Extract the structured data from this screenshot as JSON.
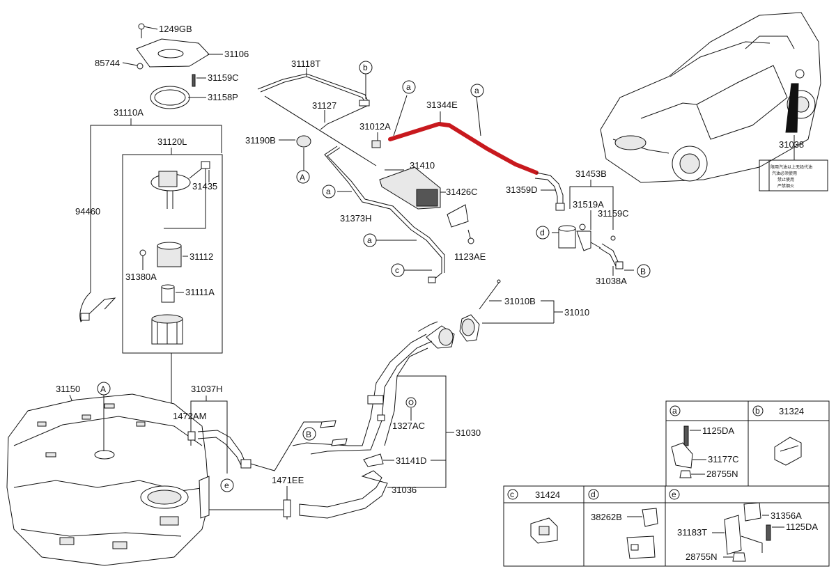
{
  "labels": {
    "p1249GB": "1249GB",
    "p85744": "85744",
    "p31106": "31106",
    "p31159C_top": "31159C",
    "p31158P": "31158P",
    "p31110A": "31110A",
    "p31120L": "31120L",
    "p31435": "31435",
    "p94460": "94460",
    "p31112": "31112",
    "p31380A": "31380A",
    "p31111A": "31111A",
    "p31118T": "31118T",
    "p31127": "31127",
    "p31190B": "31190B",
    "p31012A": "31012A",
    "p31344E": "31344E",
    "p31410": "31410",
    "p31426C": "31426C",
    "p31373H": "31373H",
    "p1123AE": "1123AE",
    "p31359D": "31359D",
    "p31453B": "31453B",
    "p31519A": "31519A",
    "p31159C_right": "31159C",
    "p31038A": "31038A",
    "p31038": "31038",
    "p31010B": "31010B",
    "p31010": "31010",
    "p31150": "31150",
    "p31037H": "31037H",
    "p1472AM": "1472AM",
    "p1327AC": "1327AC",
    "p31030": "31030",
    "p31141D": "31141D",
    "p1471EE": "1471EE",
    "p31036": "31036"
  },
  "callouts": {
    "a": "a",
    "b": "b",
    "c": "c",
    "d": "d",
    "e": "e",
    "A": "A",
    "B": "B"
  },
  "warning_label": {
    "lines": [
      "限用汽油以上无铅代油",
      "汽油必须使用",
      "禁止使用",
      "严禁烟火"
    ]
  },
  "insets": {
    "a": {
      "letter": "a",
      "parts": [
        "1125DA",
        "31177C",
        "28755N"
      ]
    },
    "b": {
      "letter": "b",
      "title": "31324"
    },
    "c": {
      "letter": "c",
      "title": "31424"
    },
    "d": {
      "letter": "d",
      "parts": [
        "38262B"
      ]
    },
    "e": {
      "letter": "e",
      "parts": [
        "31356A",
        "1125DA",
        "31183T",
        "28755N"
      ]
    }
  },
  "colors": {
    "highlight": "#c8191e",
    "ink": "#111111"
  }
}
